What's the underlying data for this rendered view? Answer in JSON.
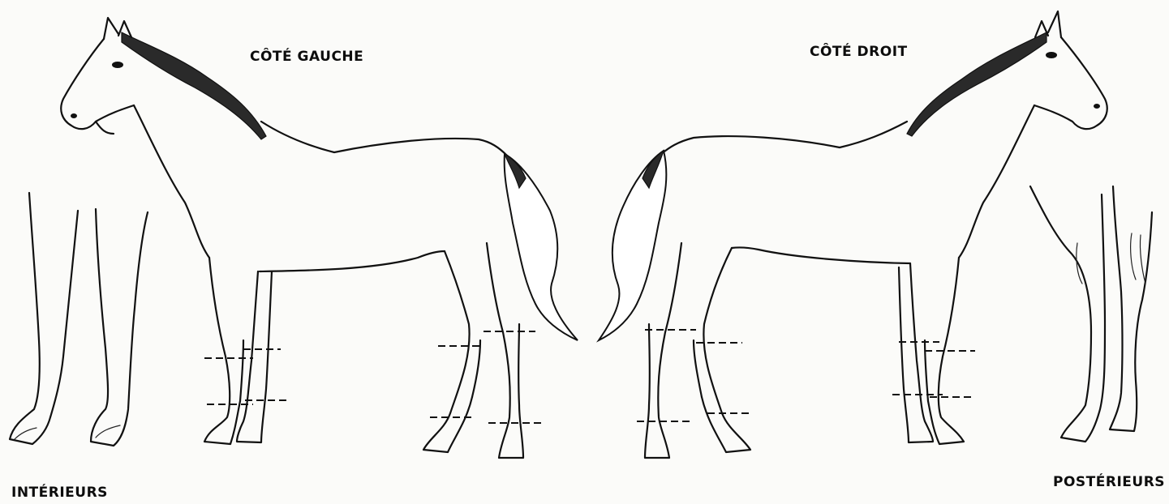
{
  "labels": {
    "left_side": "CÔTÉ GAUCHE",
    "right_side": "CÔTÉ DROIT",
    "front_legs": "INTÉRIEURS",
    "hind_legs": "POSTÉRIEURS"
  }
}
